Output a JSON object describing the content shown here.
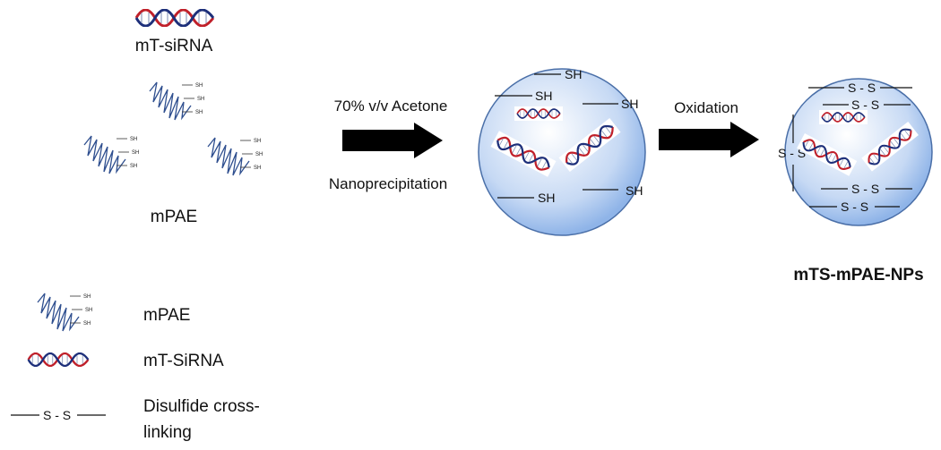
{
  "reagent": {
    "sirna_label": "mT-siRNA",
    "polymer_label": "mPAE",
    "sh_label": "SH"
  },
  "step1": {
    "top_label": "70% v/v Acetone",
    "bottom_label": "Nanoprecipitation"
  },
  "step2": {
    "label": "Oxidation"
  },
  "intermediate": {
    "thiol_labels": [
      "SH",
      "SH",
      "SH",
      "SH",
      "SH"
    ]
  },
  "product": {
    "name": "mTS-mPAE-NPs",
    "bond_label": "S - S",
    "side_bond_label": "S - S"
  },
  "legend": {
    "polymer": "mPAE",
    "sirna": "mT-SiRNA",
    "crosslink_line1": "Disulfide cross-",
    "crosslink_line2": "linking",
    "bond_label": "S - S"
  },
  "colors": {
    "nanoparticle_fill_inner": "#ffffff",
    "nanoparticle_fill_outer": "#8fb4e8",
    "nanoparticle_stroke": "#4a6fa8",
    "polymer_coil": "#2f4f8f",
    "rna_red": "#c0202a",
    "rna_blue": "#1d2f7a",
    "arrow": "#000000"
  }
}
